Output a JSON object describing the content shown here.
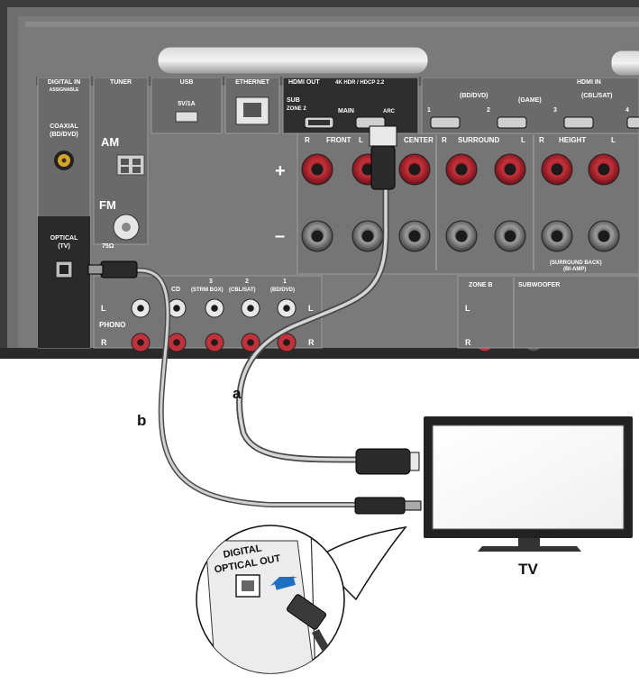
{
  "panel": {
    "sections": {
      "digital_in": "DIGITAL IN",
      "digital_in_sub": "ASSIGNABLE",
      "tuner": "TUNER",
      "usb": "USB",
      "ethernet": "ETHERNET",
      "hdmi_out": "HDMI OUT",
      "hdmi_out_spec": "4K HDR / HDCP 2.2",
      "hdmi_in": "HDMI IN"
    },
    "usb_rating": "5V/1A",
    "coaxial": "COAXIAL",
    "coaxial_sub": "(BD/DVD)",
    "optical": "OPTICAL",
    "optical_sub": "(TV)",
    "am": "AM",
    "fm": "FM",
    "fm_ohm": "75Ω",
    "hdmi_out_ports": {
      "sub": "SUB",
      "zone2": "ZONE 2",
      "main": "MAIN",
      "arc": "ARC"
    },
    "hdmi_in_ports": [
      {
        "num": "1",
        "name": "(BD/DVD)"
      },
      {
        "num": "2",
        "name": "(GAME)"
      },
      {
        "num": "3",
        "name": "(CBL/SAT)"
      },
      {
        "num": "4",
        "name": ""
      }
    ],
    "speakers": {
      "front": "FRONT",
      "center": "CENTER",
      "surround": "SURROUND",
      "height": "HEIGHT",
      "r": "R",
      "l": "L",
      "plus": "+",
      "minus": "–",
      "surround_back": "(SURROUND BACK)",
      "bi_amp": "(BI-AMP)"
    },
    "analog": {
      "phono": "PHONO",
      "cd": "CD",
      "in3": "3",
      "in3_name": "(STRM BOX)",
      "in2": "2",
      "in2_name": "(CBL/SAT)",
      "in1": "1",
      "in1_name": "(BD/DVD)",
      "zone_b": "ZONE B",
      "subwoofer": "SUBWOOFER",
      "l": "L",
      "r": "R"
    }
  },
  "cables": {
    "a": "a",
    "b": "b"
  },
  "tv": {
    "label": "TV"
  },
  "callout": {
    "line1": "DIGITAL",
    "line2": "OPTICAL OUT"
  }
}
